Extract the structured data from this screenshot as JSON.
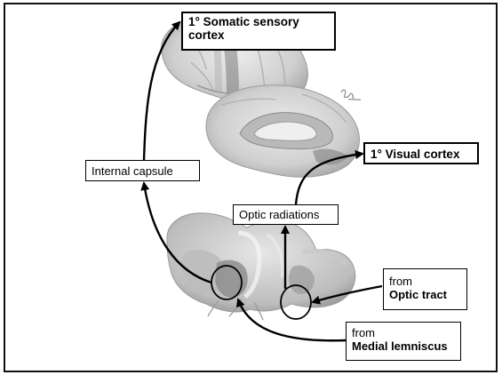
{
  "labels": {
    "somatic_sensory_cortex": "1° Somatic sensory cortex",
    "visual_cortex": "1° Visual cortex",
    "internal_capsule": "Internal capsule",
    "optic_radiations": "Optic radiations",
    "optic_tract": {
      "prefix": "from",
      "name": "Optic tract"
    },
    "medial_lemniscus": {
      "prefix": "from",
      "name": "Medial lemniscus"
    }
  },
  "colors": {
    "brain_tissue": "#d9d9d9",
    "brain_shadow": "#a6a6a6",
    "highlight_region": "#8c8c8c",
    "arrow": "#000000"
  }
}
